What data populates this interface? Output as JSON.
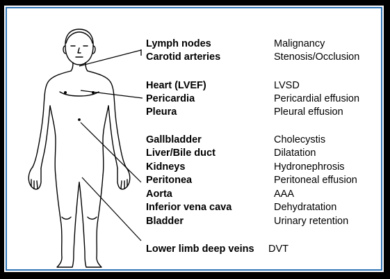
{
  "rows": [
    {
      "organ": "Lymph nodes",
      "finding": "Malignancy"
    },
    {
      "organ": "Carotid arteries",
      "finding": "Stenosis/Occlusion"
    },
    {
      "organ": "Heart (LVEF)",
      "finding": "LVSD"
    },
    {
      "organ": "Pericardia",
      "finding": "Pericardial effusion"
    },
    {
      "organ": "Pleura",
      "finding": "Pleural effusion"
    },
    {
      "organ": "Gallbladder",
      "finding": "Cholecystis"
    },
    {
      "organ": "Liver/Bile duct",
      "finding": "Dilatation"
    },
    {
      "organ": "Kidneys",
      "finding": "Hydronephrosis"
    },
    {
      "organ": "Peritonea",
      "finding": "Peritoneal effusion"
    },
    {
      "organ": "Aorta",
      "finding": "AAA"
    },
    {
      "organ": "Inferior vena cava",
      "finding": "Dehydratation"
    },
    {
      "organ": "Bladder",
      "finding": "Urinary retention"
    },
    {
      "organ": "Lower limb deep veins",
      "finding": "DVT"
    }
  ],
  "colors": {
    "frame": "#000000",
    "inner_border": "#2e74b5",
    "ink": "#000000"
  }
}
